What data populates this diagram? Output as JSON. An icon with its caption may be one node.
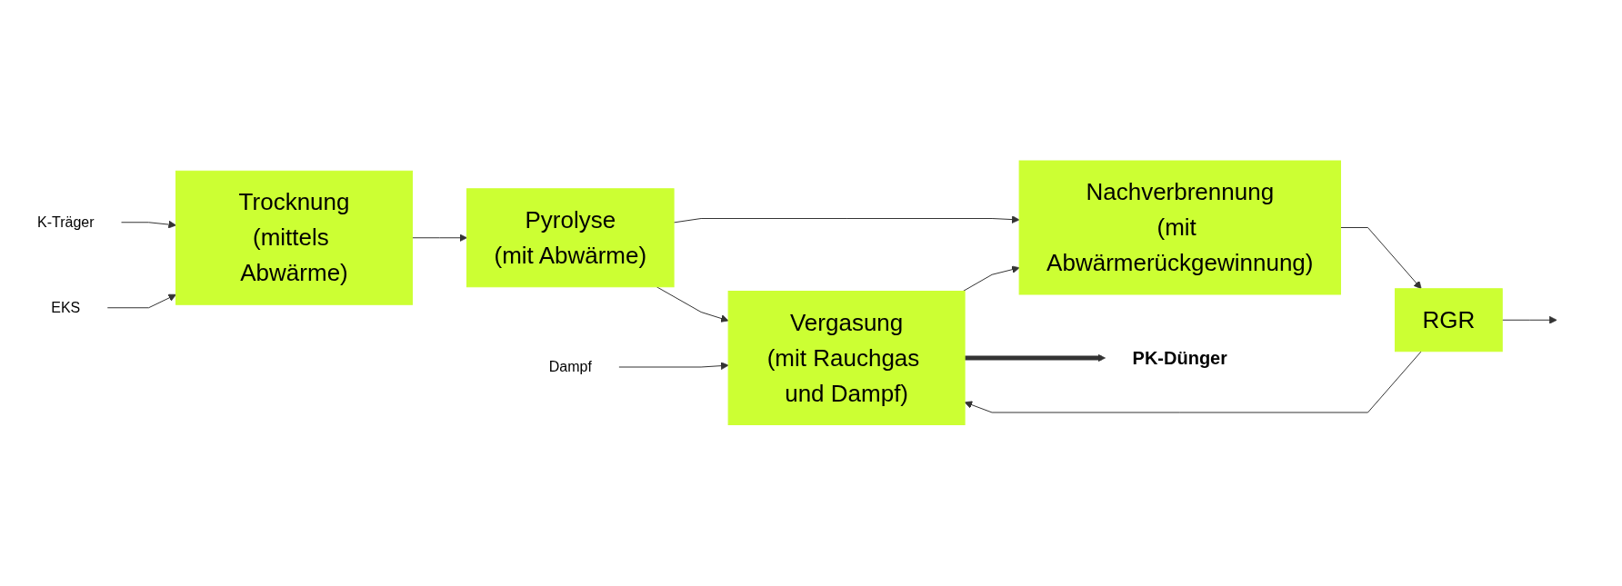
{
  "diagram": {
    "nodes": [
      {
        "text": [
          "Trocknung",
          "(mittels Abwärme)"
        ]
      },
      {
        "text": [
          "Pyrolyse",
          "(mit Abwärme)"
        ]
      },
      {
        "text": [
          "Vergasung",
          "(mit Rauchgas und Dampf)"
        ]
      },
      {
        "text": [
          "Nachverbrennung",
          "(mit Abwärmerückgewinnung)"
        ]
      },
      {
        "text": [
          "RGR"
        ]
      },
      {
        "text": [
          "K-Träger"
        ]
      },
      {
        "text": [
          "EKS"
        ]
      },
      {
        "text": [
          "Dampf"
        ]
      },
      {
        "text": [
          "PK-Dünger"
        ]
      }
    ],
    "edges": [
      {
        "from": 5,
        "to": 0,
        "arrow": "to"
      },
      {
        "from": 6,
        "to": 0,
        "arrow": "to"
      },
      {
        "from": 0,
        "to": 1,
        "arrow": "to"
      },
      {
        "from": 1,
        "to": 2,
        "arrow": "to"
      },
      {
        "from": 1,
        "to": 3,
        "arrow": "to"
      },
      {
        "from": 2,
        "to": 3,
        "arrow": "to"
      },
      {
        "from": 3,
        "to": 4,
        "arrow": "to"
      },
      {
        "from": 4,
        "to": 2,
        "arrow": "to"
      },
      {
        "from": 4,
        "to": null,
        "arrow": "to"
      },
      {
        "from": 7,
        "to": 2,
        "arrow": "to"
      },
      {
        "from": 2,
        "to": 8,
        "arrow": "to",
        "style": "thick"
      }
    ]
  }
}
